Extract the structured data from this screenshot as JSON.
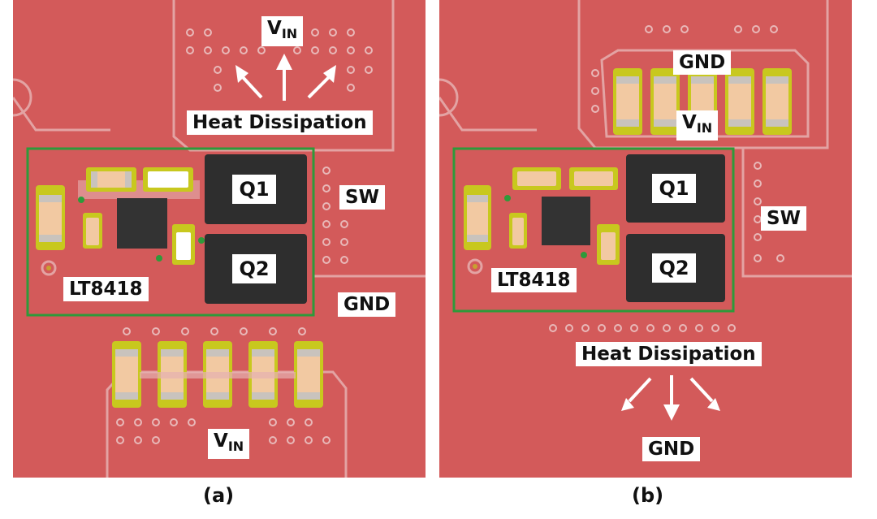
{
  "colors": {
    "copper": "#d35a5a",
    "trace_outline": "#e3a3a3",
    "pad_yellow": "#c8c81e",
    "cap_body": "#f2c9a2",
    "cap_end": "#c9c3bd",
    "ic_body": "#333333",
    "mosfet_body": "#2e2e2e",
    "outline_green": "#2e9a3a",
    "via": "#e0b0b0"
  },
  "panel_a": {
    "vin_top": "V",
    "vin_top_sub": "IN",
    "heat": "Heat Dissipation",
    "q1": "Q1",
    "q2": "Q2",
    "sw": "SW",
    "gnd": "GND",
    "ic": "LT8418",
    "vin_bottom": "V",
    "vin_bottom_sub": "IN",
    "caption": "(a)"
  },
  "panel_b": {
    "gnd_top": "GND",
    "vin": "V",
    "vin_sub": "IN",
    "q1": "Q1",
    "q2": "Q2",
    "sw": "SW",
    "ic": "LT8418",
    "heat": "Heat Dissipation",
    "gnd_bottom": "GND",
    "caption": "(b)"
  }
}
